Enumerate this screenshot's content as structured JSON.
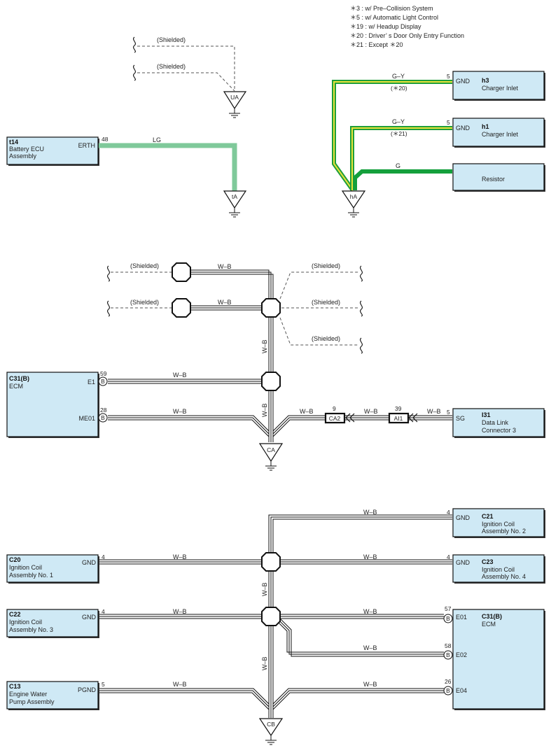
{
  "colors": {
    "box_fill": "#cfe9f5",
    "wire_lg": "#7fc99a",
    "wire_gy_green": "#1e9e3a",
    "wire_gy_yellow": "#e8e23a",
    "wire_g": "#14a03c"
  },
  "notes": [
    "＊3 : w/ Pre–Collision System",
    "＊5 : w/ Automatic Light Control",
    "＊19 : w/ Headup Display",
    "＊20 : Driver’ s Door Only Entry Function",
    "＊21 : Except ＊20"
  ],
  "shielded_label": "(Shielded)",
  "grounds": {
    "ua": "UA",
    "ta": "tA",
    "ha": "hA",
    "ca": "CA",
    "cb": "CB"
  },
  "wires": {
    "lg": "LG",
    "gy": "G–Y",
    "g": "G",
    "wb": "W–B",
    "note20": "(＊20)",
    "note21": "(＊21)"
  },
  "components": {
    "t14": {
      "code": "t14",
      "name1": "Battery ECU",
      "name2": "Assembly",
      "pin": "48",
      "term": "ERTH"
    },
    "h3": {
      "code": "h3",
      "name1": "Charger Inlet",
      "pin": "5",
      "term": "GND"
    },
    "h1": {
      "code": "h1",
      "name1": "Charger Inlet",
      "pin": "5",
      "term": "GND"
    },
    "resistor": {
      "name1": "Resistor"
    },
    "c31b_top": {
      "code": "C31(B)",
      "name1": "ECM",
      "pin1": "59",
      "term1": "E1",
      "pin2": "28",
      "term2": "ME01",
      "conn": "B"
    },
    "i31": {
      "code": "I31",
      "name1": "Data Link",
      "name2": "Connector 3",
      "pin": "5",
      "term": "SG"
    },
    "ca2": {
      "label": "CA2",
      "pin": "9"
    },
    "ai1": {
      "label": "AI1",
      "pin": "39"
    },
    "c21": {
      "code": "C21",
      "name1": "Ignition Coil",
      "name2": "Assembly No.  2",
      "pin": "4",
      "term": "GND"
    },
    "c20": {
      "code": "C20",
      "name1": "Ignition Coil",
      "name2": "Assembly No.  1",
      "pin": "4",
      "term": "GND"
    },
    "c23": {
      "code": "C23",
      "name1": "Ignition Coil",
      "name2": "Assembly No.  4",
      "pin": "4",
      "term": "GND"
    },
    "c22": {
      "code": "C22",
      "name1": "Ignition Coil",
      "name2": "Assembly No.  3",
      "pin": "4",
      "term": "GND"
    },
    "c13": {
      "code": "C13",
      "name1": "Engine Water",
      "name2": "Pump Assembly",
      "pin": "5",
      "term": "PGND"
    },
    "c31b_bot": {
      "code": "C31(B)",
      "name1": "ECM",
      "pin1": "57",
      "term1": "E01",
      "pin2": "58",
      "term2": "E02",
      "pin3": "26",
      "term3": "E04",
      "conn": "B"
    }
  }
}
